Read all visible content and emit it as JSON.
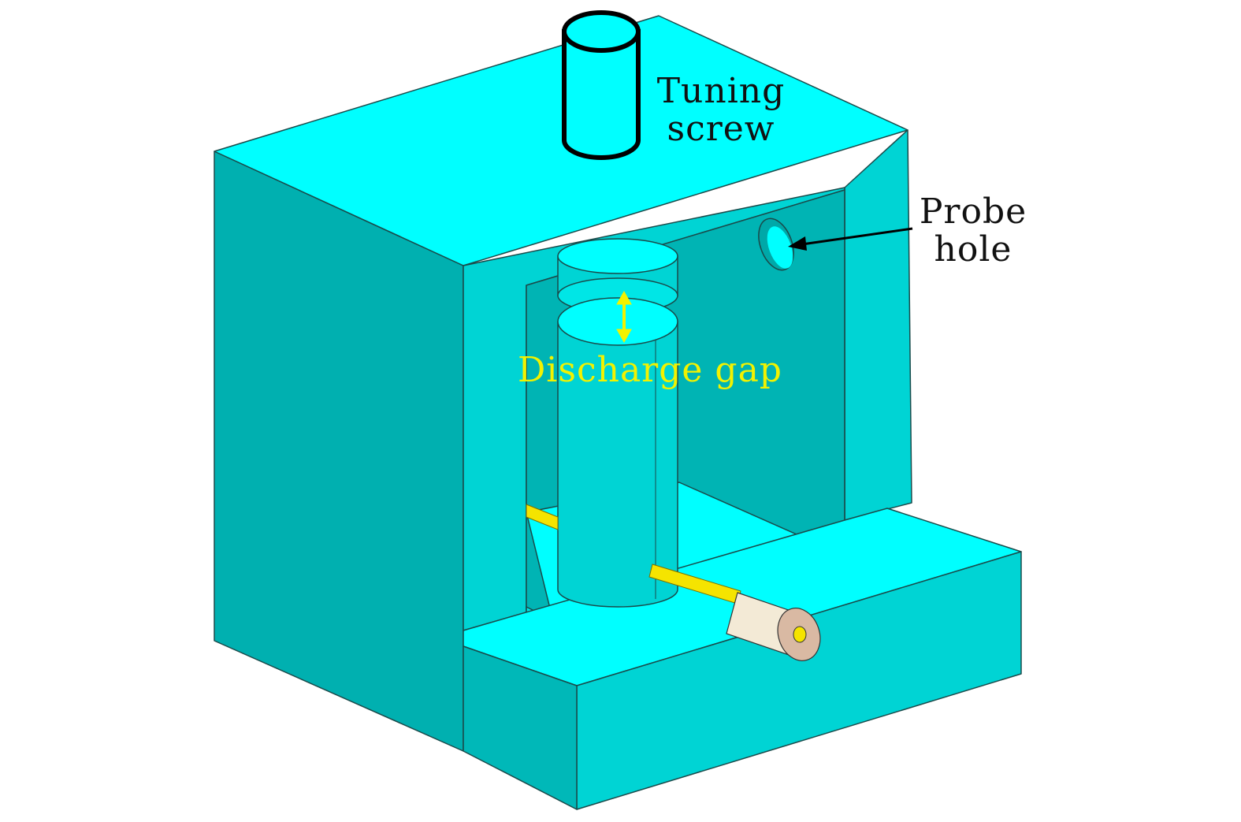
{
  "colors": {
    "body_top": "#00FFFF",
    "body_front": "#00D4D4",
    "body_side": "#00B0B0",
    "cavity": "#00B4B4",
    "line": "#1a4a4a",
    "feed_wire": "#F5E400",
    "connector_body": "#F3EAD6",
    "connector_face": "#D9B9A3",
    "label_black": "#111111",
    "label_yellow": "#F2F200"
  },
  "icons": {
    "probe_arrow": "arrow-left-icon",
    "gap_arrow": "double-arrow-vertical-icon"
  },
  "labels": {
    "tuning_screw_line1": "Tuning",
    "tuning_screw_line2": "screw",
    "probe_hole_line1": "Probe",
    "probe_hole_line2": "hole",
    "discharge_gap": "Discharge gap"
  }
}
